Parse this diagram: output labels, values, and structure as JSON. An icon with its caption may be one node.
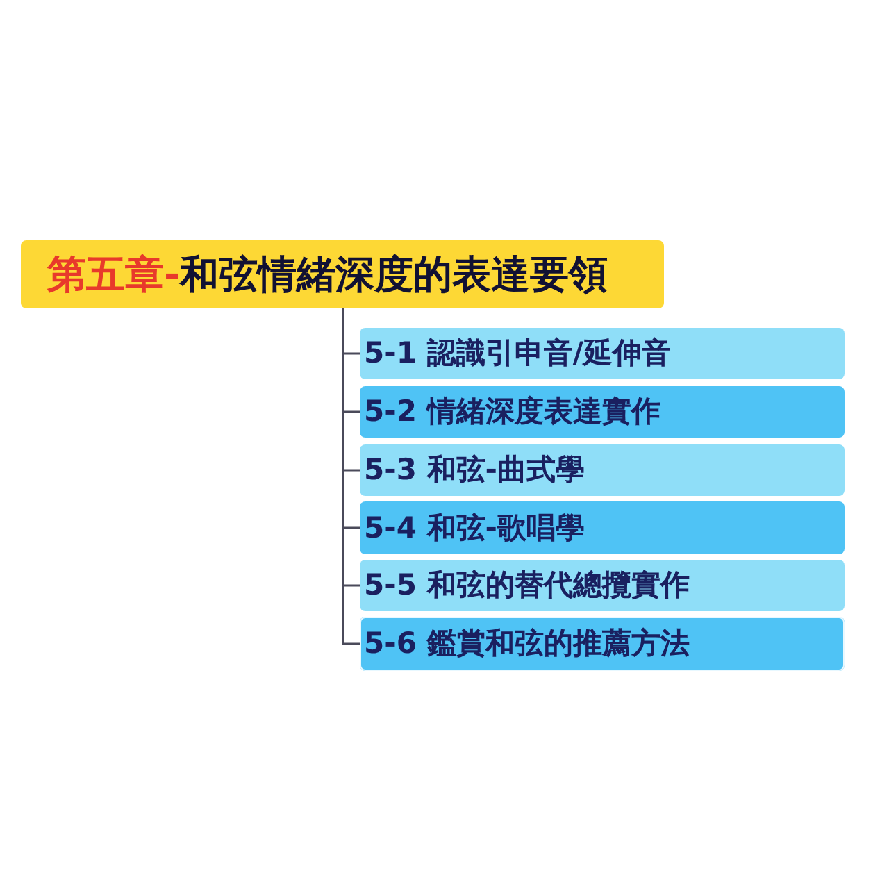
{
  "diagram": {
    "nodes": [
      {
        "text": [
          "第五章-",
          "和弦情緒深度的表達要領"
        ]
      },
      {
        "text": [
          "5-1 認識引申音/延伸音"
        ]
      },
      {
        "text": [
          "5-2 情緒深度表達實作"
        ]
      },
      {
        "text": [
          "5-3 和弦-曲式學"
        ]
      },
      {
        "text": [
          "5-4 和弦-歌唱學"
        ]
      },
      {
        "text": [
          "5-5 和弦的替代總攬實作"
        ]
      },
      {
        "text": [
          "5-6 鑑賞和弦的推薦方法"
        ]
      }
    ],
    "edges": [
      {
        "from": 0,
        "to": 1,
        "arrow": "none"
      },
      {
        "from": 0,
        "to": 2,
        "arrow": "none"
      },
      {
        "from": 0,
        "to": 3,
        "arrow": "none"
      },
      {
        "from": 0,
        "to": 4,
        "arrow": "none"
      },
      {
        "from": 0,
        "to": 5,
        "arrow": "none"
      },
      {
        "from": 0,
        "to": 6,
        "arrow": "none"
      }
    ]
  }
}
